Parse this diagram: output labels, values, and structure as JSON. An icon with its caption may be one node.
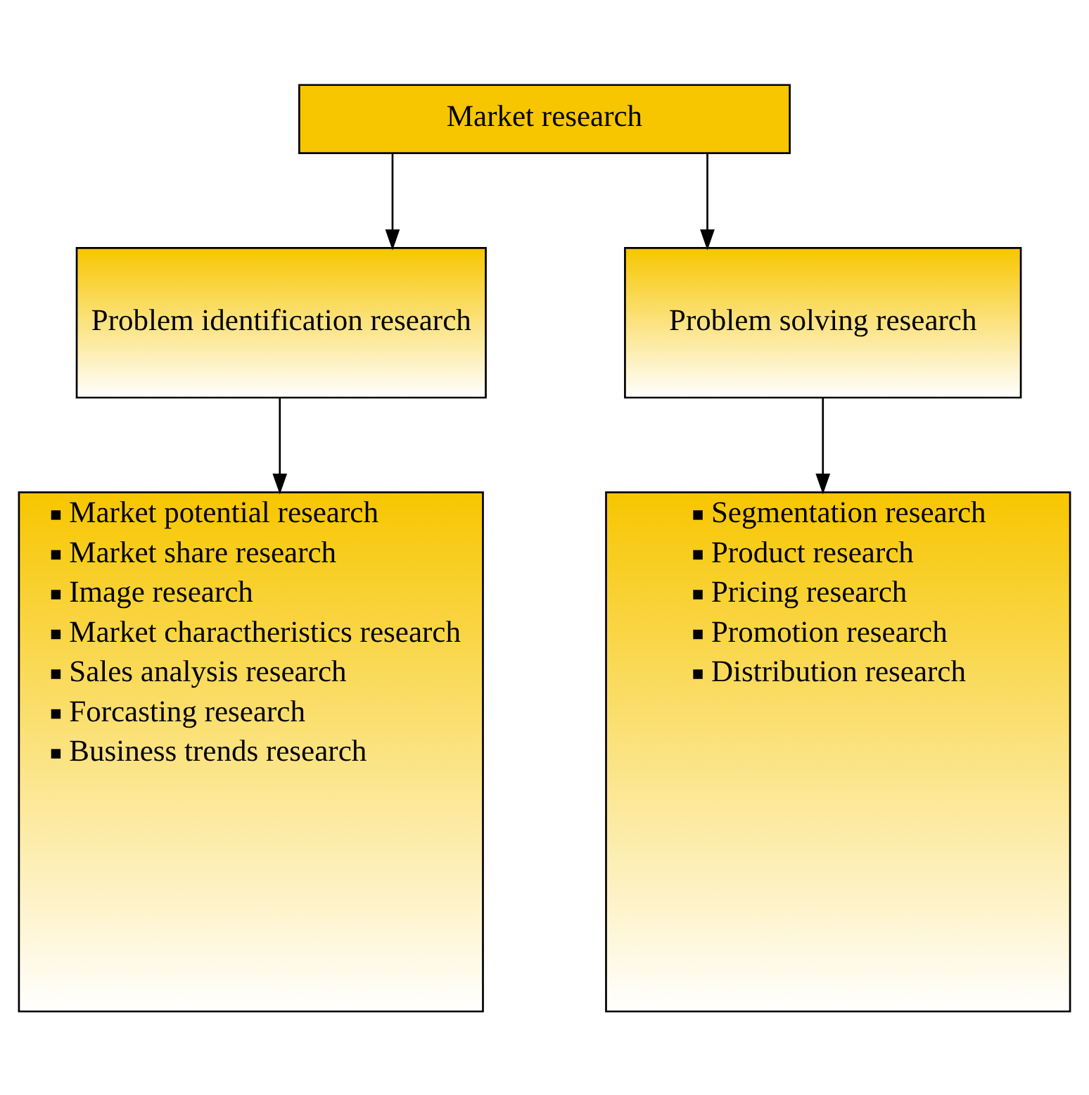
{
  "diagram": {
    "nodes": [
      {
        "text": [
          "Market research"
        ]
      },
      {
        "text": [
          "Problem identification research"
        ]
      },
      {
        "text": [
          "Problem solving research"
        ]
      },
      {
        "text": [
          "Market potential research",
          "Market share research",
          "Image research",
          "Market charactheristics research",
          "Sales analysis research",
          "Forcasting research",
          "Business trends research"
        ]
      },
      {
        "text": [
          "Segmentation research",
          "Product research",
          "Pricing research",
          "Promotion research",
          "Distribution research"
        ]
      }
    ],
    "edges": [
      {
        "from": 0,
        "to": 1,
        "arrow": "to"
      },
      {
        "from": 0,
        "to": 2,
        "arrow": "to"
      },
      {
        "from": 1,
        "to": 3,
        "arrow": "to"
      },
      {
        "from": 2,
        "to": 4,
        "arrow": "to"
      }
    ]
  }
}
